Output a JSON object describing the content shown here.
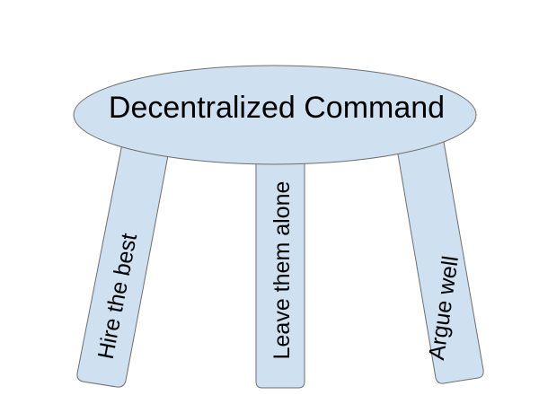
{
  "diagram": {
    "seat_label": "Decentralized Command",
    "legs": [
      {
        "label": "Hire the best"
      },
      {
        "label": "Leave them alone"
      },
      {
        "label": "Argue well"
      }
    ]
  },
  "colors": {
    "fill": "#cfe0f1",
    "stroke": "#6e6e6e",
    "text": "#000000"
  }
}
